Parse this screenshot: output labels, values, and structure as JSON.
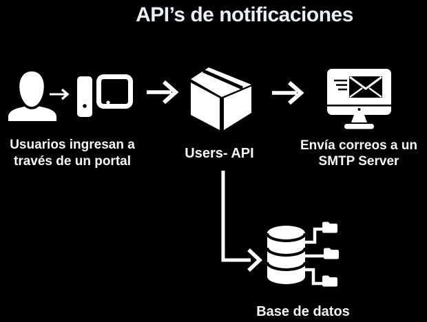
{
  "title": "API’s de notificaciones",
  "diagram": {
    "portal": {
      "line1": "Usuarios ingresan a",
      "line2": "través de un portal"
    },
    "api": {
      "label": "Users- API"
    },
    "smtp": {
      "line1": "Envía correos a un",
      "line2": "SMTP Server"
    },
    "database": {
      "label": "Base de datos"
    }
  },
  "icons": {
    "portal": [
      "person-icon",
      "arrow-right-icon",
      "phone-icon",
      "tablet-icon"
    ],
    "api": "package-box-icon",
    "smtp": "monitor-email-icon",
    "database": [
      "database-cylinder-icon",
      "folder-icon",
      "folder-icon",
      "folder-icon"
    ]
  },
  "colors": {
    "background": "#000000",
    "foreground": "#ffffff",
    "title_text": "#e9eef7",
    "label_text": "#f7f8fb"
  }
}
